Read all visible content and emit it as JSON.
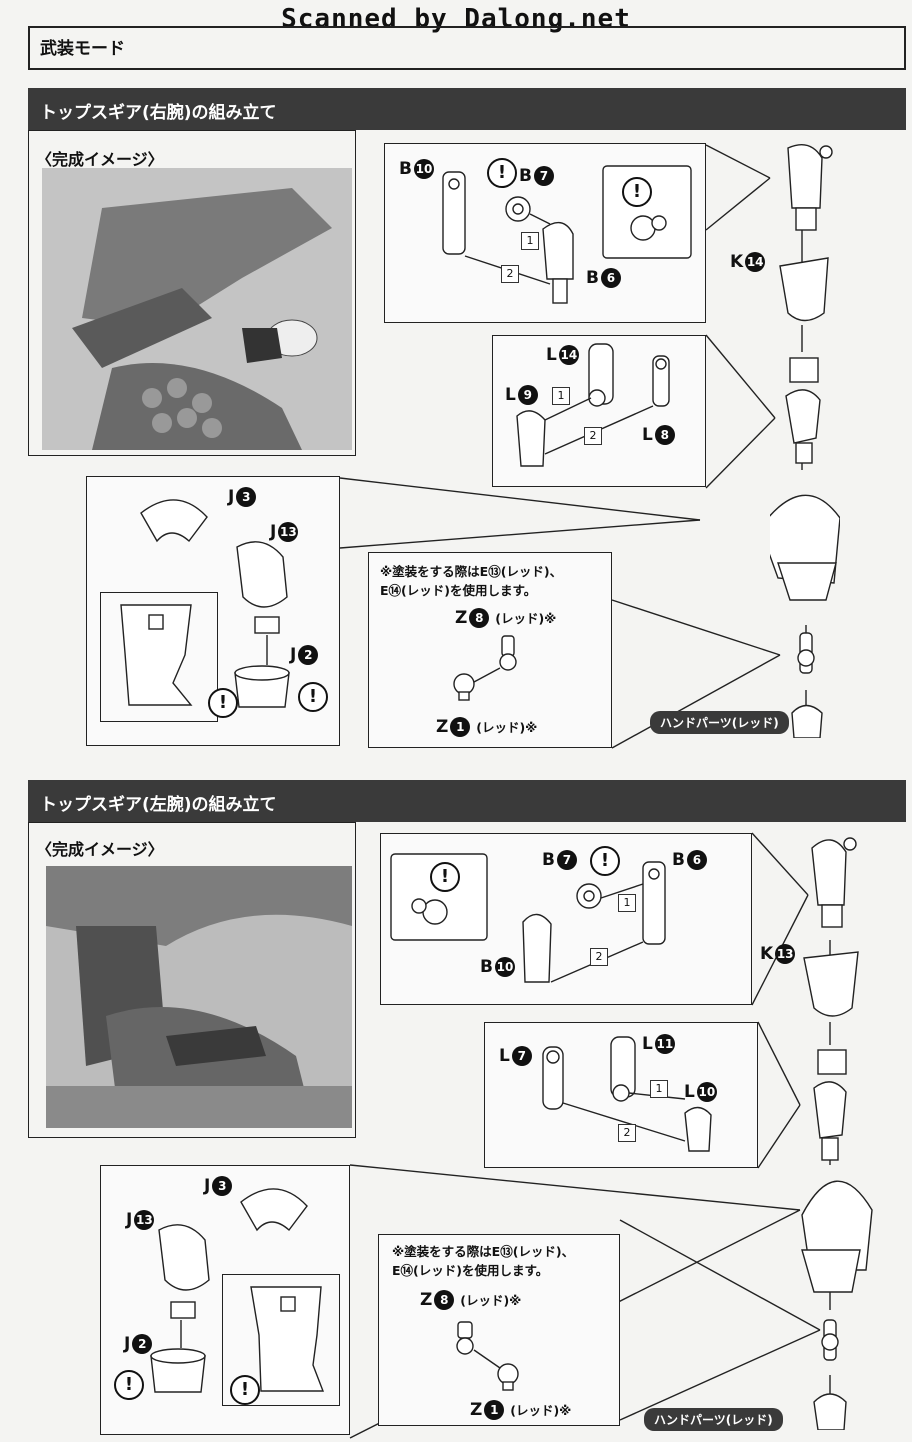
{
  "watermark": "Scanned by Dalong.net",
  "mode_title": "武装モード",
  "sections": [
    {
      "title": "トップスギア(右腕)の組み立て",
      "image_label": "〈完成イメージ〉",
      "parts": {
        "b10": "B",
        "b10_num": "10",
        "b7": "B",
        "b7_num": "7",
        "b6": "B",
        "b6_num": "6",
        "k": "K",
        "k_num": "14",
        "l14": "L",
        "l14_num": "14",
        "l9": "L",
        "l9_num": "9",
        "l8": "L",
        "l8_num": "8",
        "j3": "J",
        "j3_num": "3",
        "j13": "J",
        "j13_num": "13",
        "j2": "J",
        "j2_num": "2",
        "z8": "Z",
        "z8_num": "8",
        "z1": "Z",
        "z1_num": "1"
      },
      "note_line1": "※塗装をする際はE⑬(レッド)、",
      "note_line2": "E⑭(レッド)を使用します。",
      "z8_tag": "(レッド)※",
      "z1_tag": "(レッド)※",
      "hand_tag": "ハンドパーツ(レッド)"
    },
    {
      "title": "トップスギア(左腕)の組み立て",
      "image_label": "〈完成イメージ〉",
      "parts": {
        "b7": "B",
        "b7_num": "7",
        "b6": "B",
        "b6_num": "6",
        "b10": "B",
        "b10_num": "10",
        "k": "K",
        "k_num": "13",
        "l7": "L",
        "l7_num": "7",
        "l11": "L",
        "l11_num": "11",
        "l10": "L",
        "l10_num": "10",
        "j3": "J",
        "j3_num": "3",
        "j13": "J",
        "j13_num": "13",
        "j2": "J",
        "j2_num": "2",
        "z8": "Z",
        "z8_num": "8",
        "z1": "Z",
        "z1_num": "1"
      },
      "note_line1": "※塗装をする際はE⑬(レッド)、",
      "note_line2": "E⑭(レッド)を使用します。",
      "z8_tag": "(レッド)※",
      "z1_tag": "(レッド)※",
      "hand_tag": "ハンドパーツ(レッド)"
    }
  ],
  "symbols": {
    "warning": "!",
    "step1": "1",
    "step2": "2"
  }
}
